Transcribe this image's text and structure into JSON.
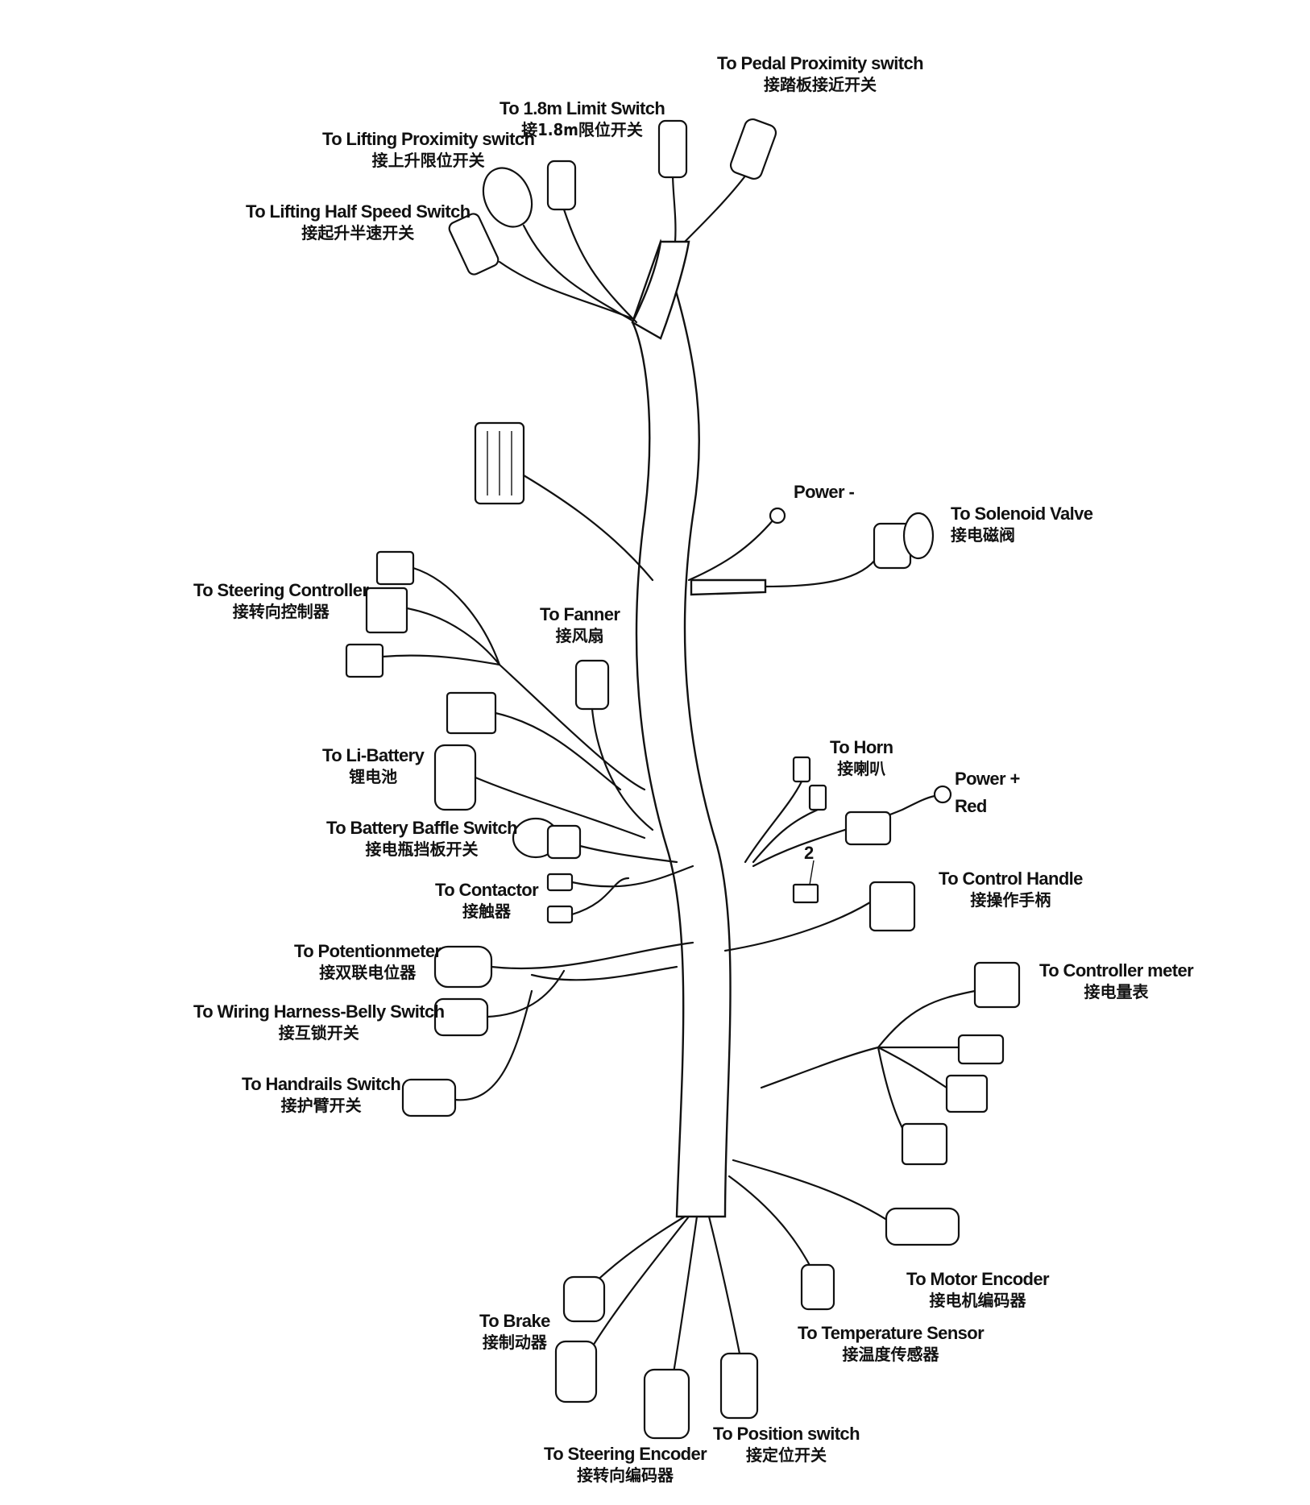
{
  "labels": {
    "pedal_proximity": {
      "en": "To Pedal Proximity switch",
      "zh": "接踏板接近开关"
    },
    "limit_1_8m": {
      "en": "To  1.8m Limit Switch",
      "zh": "接1.8m限位开关"
    },
    "lifting_proximity": {
      "en": "To  Lifting Proximity switch",
      "zh": "接上升限位开关"
    },
    "lifting_half_speed": {
      "en": "To  Lifting Half Speed Switch",
      "zh": "接起升半速开关"
    },
    "power_minus": {
      "en": "Power -"
    },
    "solenoid_valve": {
      "en": "To Solenoid Valve",
      "zh": "接电磁阀"
    },
    "steering_controller": {
      "en": "To Steering Controller",
      "zh": "接转向控制器"
    },
    "fanner": {
      "en": "To  Fanner",
      "zh": "接风扇"
    },
    "horn": {
      "en": "To Horn",
      "zh": "接喇叭"
    },
    "power_plus": {
      "en": "Power +",
      "zh": "Red"
    },
    "li_battery": {
      "en": "To Li-Battery",
      "zh": "锂电池"
    },
    "battery_baffle": {
      "en": "To  Battery Baffle Switch",
      "zh": "接电瓶挡板开关"
    },
    "fuse_number": {
      "en": "2"
    },
    "control_handle": {
      "en": "To Control Handle",
      "zh": "接操作手柄"
    },
    "contactor": {
      "en": "To Contactor",
      "zh": "接触器"
    },
    "potentiometer": {
      "en": "To Potentionmeter",
      "zh": "接双联电位器"
    },
    "controller_meter": {
      "en": "To Controller meter",
      "zh": "接电量表"
    },
    "belly_switch": {
      "en": "To  Wiring Harness-Belly Switch",
      "zh": "接互锁开关"
    },
    "handrails_switch": {
      "en": "To  Handrails Switch",
      "zh": "接护臂开关"
    },
    "motor_encoder": {
      "en": "To Motor Encoder",
      "zh": "接电机编码器"
    },
    "temperature_sensor": {
      "en": "To Temperature Sensor",
      "zh": "接温度传感器"
    },
    "brake": {
      "en": "To Brake",
      "zh": "接制动器"
    },
    "position_switch": {
      "en": "To Position switch",
      "zh": "接定位开关"
    },
    "steering_encoder": {
      "en": "To Steering Encoder",
      "zh": "接转向编码器"
    }
  }
}
